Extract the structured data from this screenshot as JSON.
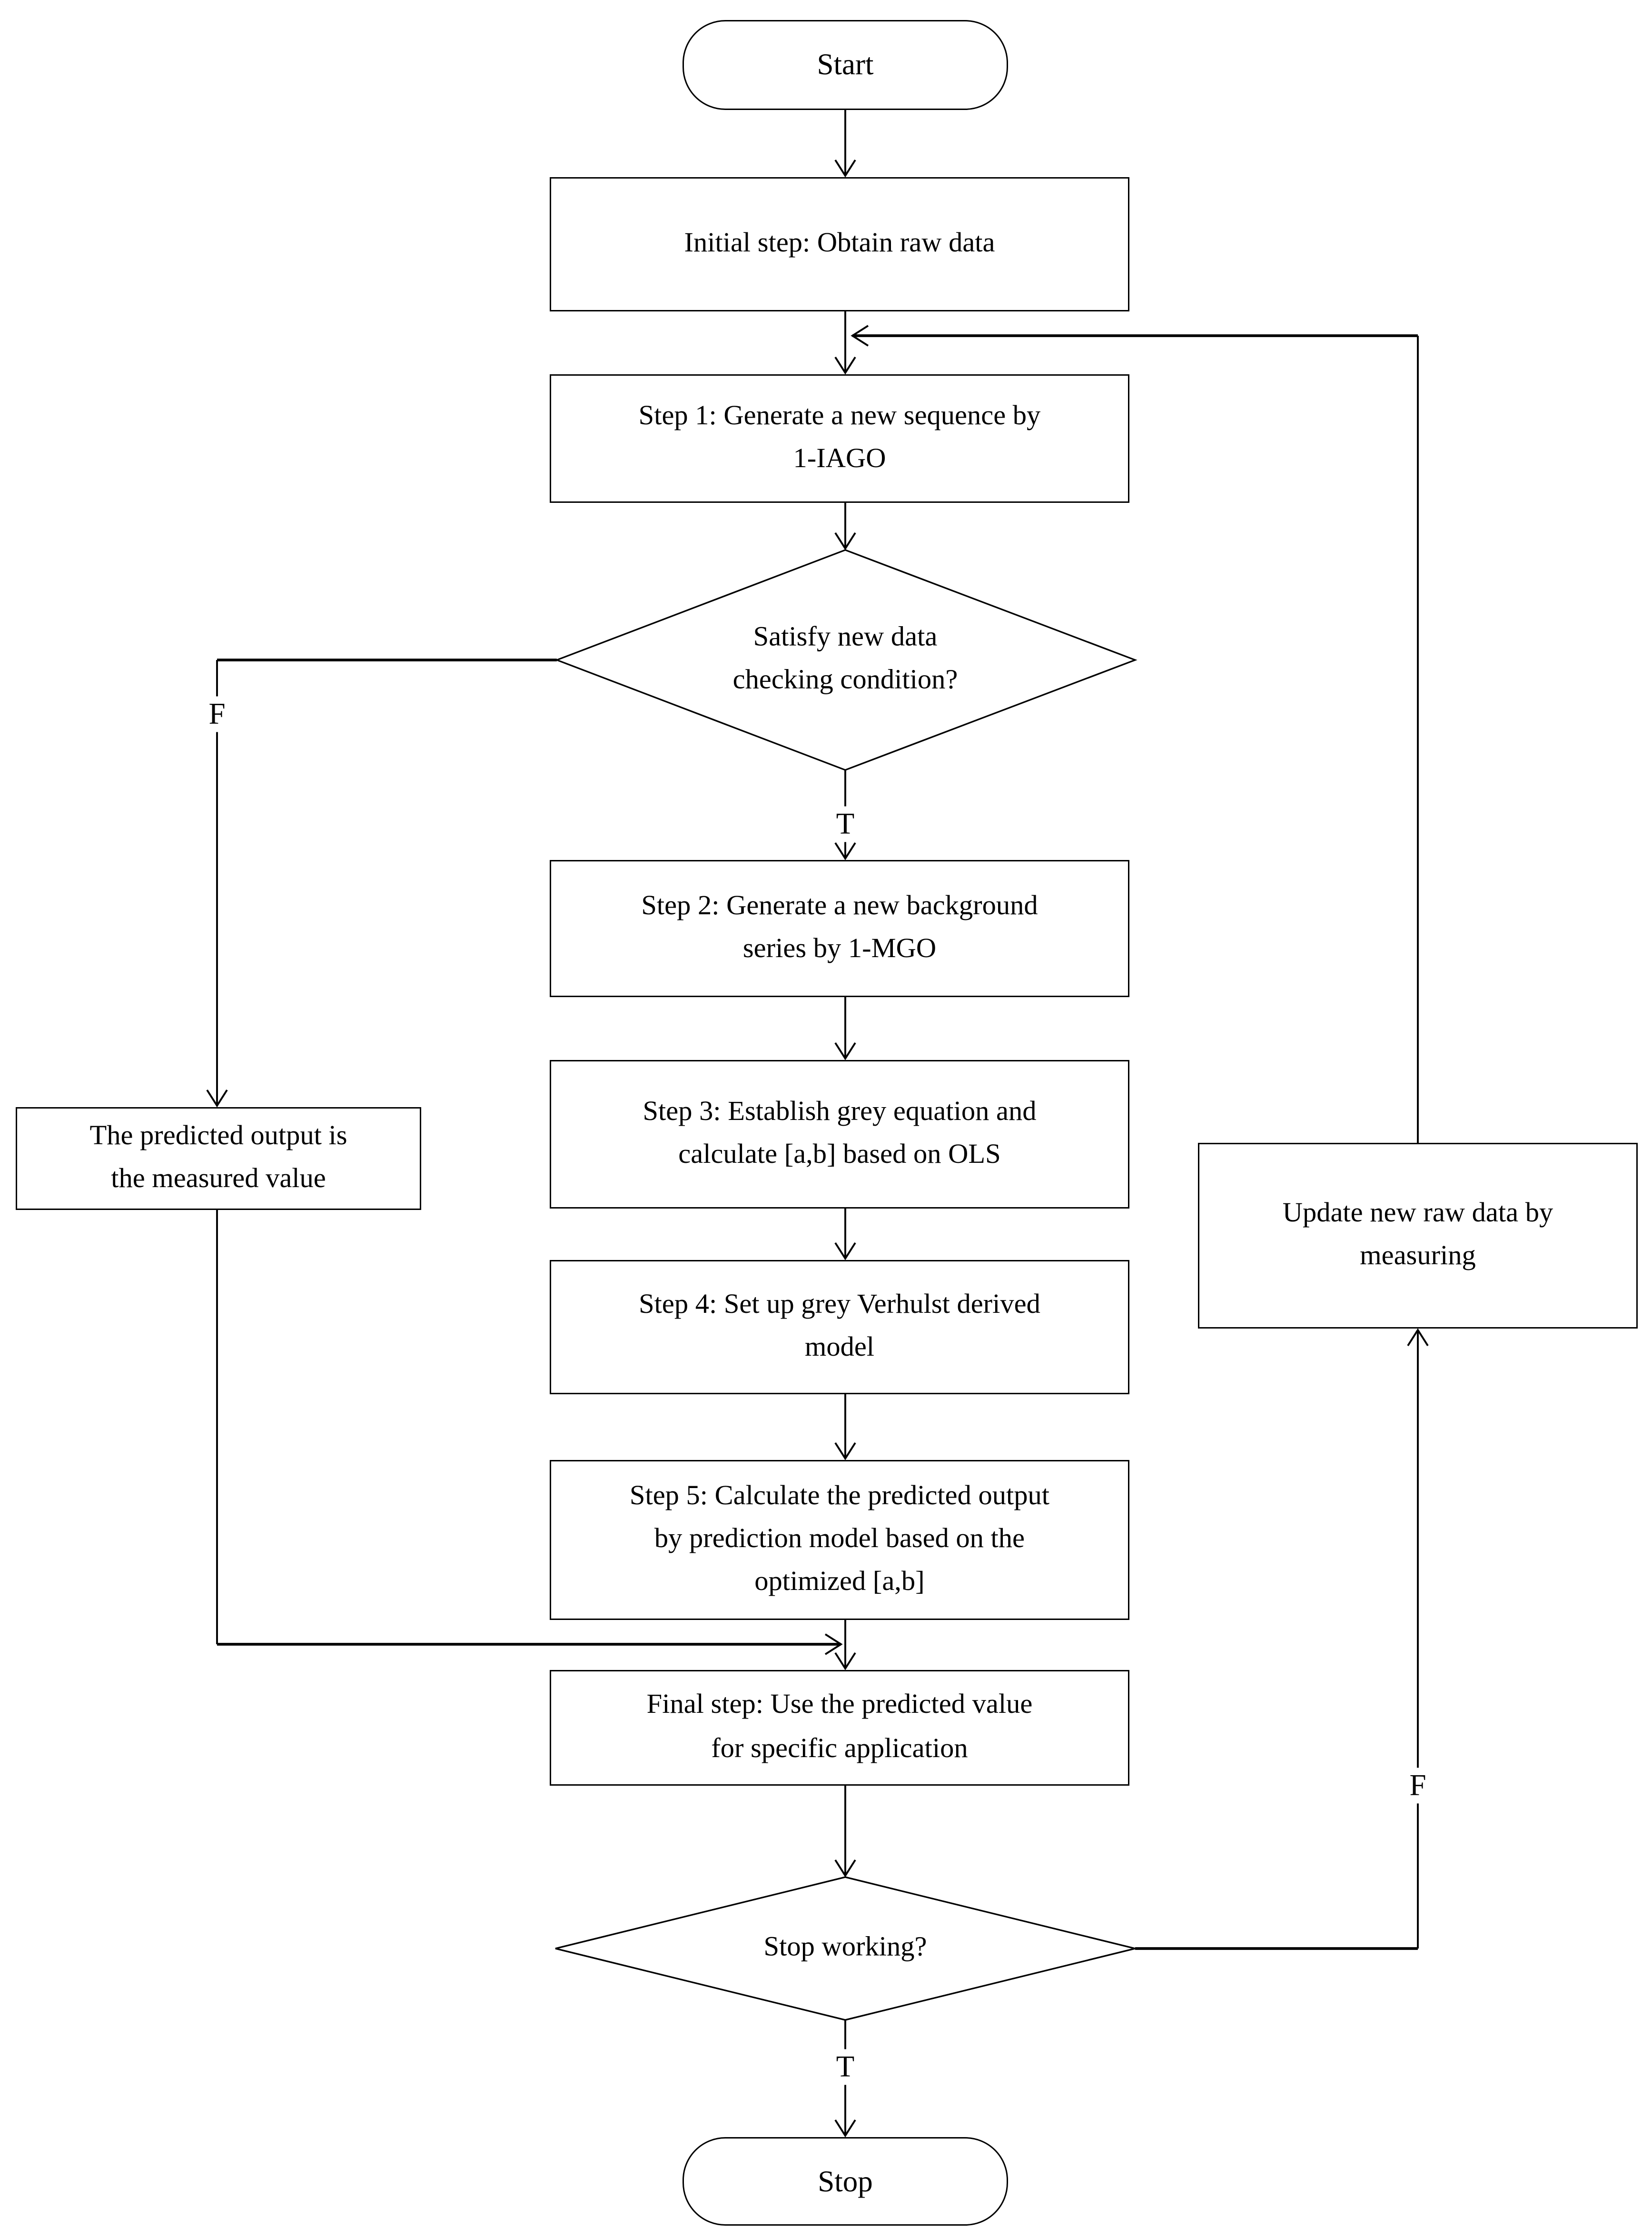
{
  "diagram": {
    "type": "flowchart",
    "colors": {
      "line": "#000000",
      "node_fill": "#ffffff",
      "background": "#ffffff",
      "text": "#000000"
    },
    "nodes": {
      "start": {
        "label": "Start",
        "shape": "terminator"
      },
      "initial": {
        "label": "Initial step: Obtain raw data",
        "shape": "process"
      },
      "step1": {
        "label": "Step 1: Generate a new sequence by\n1-IAGO",
        "shape": "process"
      },
      "decision1": {
        "label": "Satisfy new data\nchecking condition?",
        "shape": "decision"
      },
      "step2": {
        "label": "Step 2: Generate a new background\nseries by 1-MGO",
        "shape": "process"
      },
      "step3": {
        "label": "Step 3: Establish grey equation and\ncalculate [a,b] based on OLS",
        "shape": "process"
      },
      "step4": {
        "label": "Step 4: Set up grey Verhulst derived\nmodel",
        "shape": "process"
      },
      "step5": {
        "label": "Step 5: Calculate the predicted output\nby prediction model based on the\noptimized [a,b]",
        "shape": "process"
      },
      "final": {
        "label": "Final step: Use the predicted value\nfor specific application",
        "shape": "process"
      },
      "predicted_output": {
        "label": "The predicted output is\nthe measured value",
        "shape": "process"
      },
      "update_raw": {
        "label": "Update new raw data by\nmeasuring",
        "shape": "process"
      },
      "decision2": {
        "label": "Stop working?",
        "shape": "decision"
      },
      "stop": {
        "label": "Stop",
        "shape": "terminator"
      }
    },
    "branch_labels": {
      "decision1_true": "T",
      "decision1_false": "F",
      "decision2_true": "T",
      "decision2_false": "F"
    },
    "edges": [
      "start -> initial",
      "initial -> step1",
      "step1 -> decision1",
      "decision1 -T-> step2",
      "decision1 -F-> predicted_output",
      "step2 -> step3",
      "step3 -> step4",
      "step4 -> step5",
      "step5 -> final",
      "predicted_output -> final",
      "final -> decision2",
      "decision2 -T-> stop",
      "decision2 -F-> update_raw",
      "update_raw -> step1"
    ]
  }
}
